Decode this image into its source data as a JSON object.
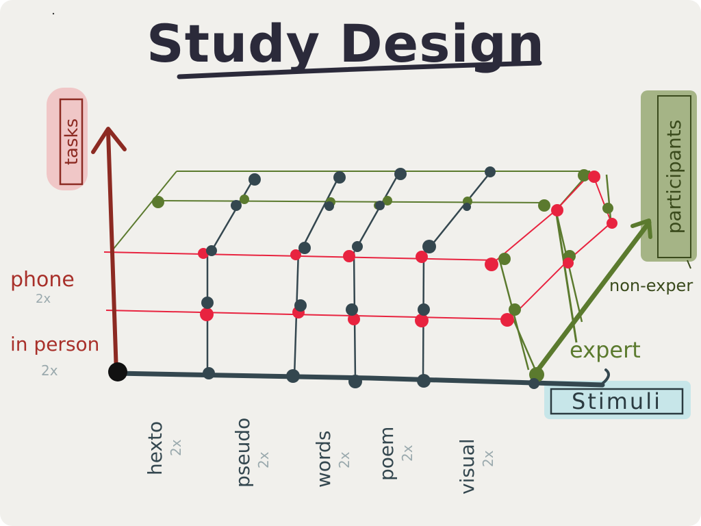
{
  "title": "Study Design",
  "axes": {
    "tasks": {
      "label": "tasks",
      "categories": [
        "phone",
        "in person"
      ],
      "counts": [
        "2x",
        "2x"
      ]
    },
    "stimuli": {
      "label": "Stimuli",
      "categories": [
        "hexto",
        "pseudo",
        "words",
        "poem",
        "visual"
      ],
      "counts": [
        "2x",
        "2x",
        "2x",
        "2x",
        "2x"
      ]
    },
    "participants": {
      "label": "participants",
      "categories": [
        "expert",
        "non-exper"
      ]
    }
  },
  "colors": {
    "background": "#f1f0ec",
    "ink": "#2b2a3a",
    "tasks_axis": "#8c2a22",
    "tasks_text": "#a8302a",
    "tasks_highlight": "#efb9bb",
    "stimuli_axis": "#34474f",
    "stimuli_highlight": "#bfe4e9",
    "participants_axis": "#5b7a2e",
    "participants_highlight": "#9cad7b",
    "red_line": "#e8233f",
    "count_gray": "#9aa9ad"
  },
  "icons": {
    "axis_arrow": "arrow-icon"
  }
}
